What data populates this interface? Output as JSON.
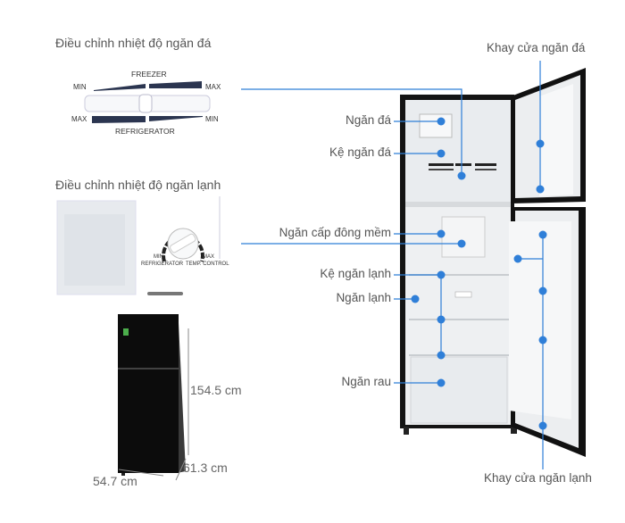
{
  "freezer_control": {
    "heading": "Điều chỉnh nhiệt độ ngăn đá",
    "freezer_label": "FREEZER",
    "refrigerator_label": "REFRIGERATOR",
    "top_min": "MIN",
    "top_max": "MAX",
    "bottom_max": "MAX",
    "bottom_min": "MIN"
  },
  "fridge_control": {
    "heading": "Điều chỉnh nhiệt độ ngăn lạnh",
    "dial_min": "MIN",
    "dial_max": "MAX",
    "dial_caption_left": "REFRIGERATOR",
    "dial_caption_right": "TEMP. CONTROL"
  },
  "dimensions": {
    "height": "154.5 cm",
    "depth": "61.3 cm",
    "width": "54.7 cm"
  },
  "callouts": {
    "freezer_door_tray": "Khay cửa ngăn đá",
    "freezer_compartment": "Ngăn đá",
    "freezer_shelf": "Kệ ngăn đá",
    "soft_freeze": "Ngăn cấp đông mềm",
    "fridge_shelf": "Kệ ngăn lạnh",
    "fridge_compartment": "Ngăn lạnh",
    "vegetable_drawer": "Ngăn rau",
    "fridge_door_tray": "Khay cửa ngăn lạnh"
  },
  "colors": {
    "accent": "#2f7fd8",
    "fridge_body": "#111111",
    "panel_bg": "#eef1f5"
  }
}
